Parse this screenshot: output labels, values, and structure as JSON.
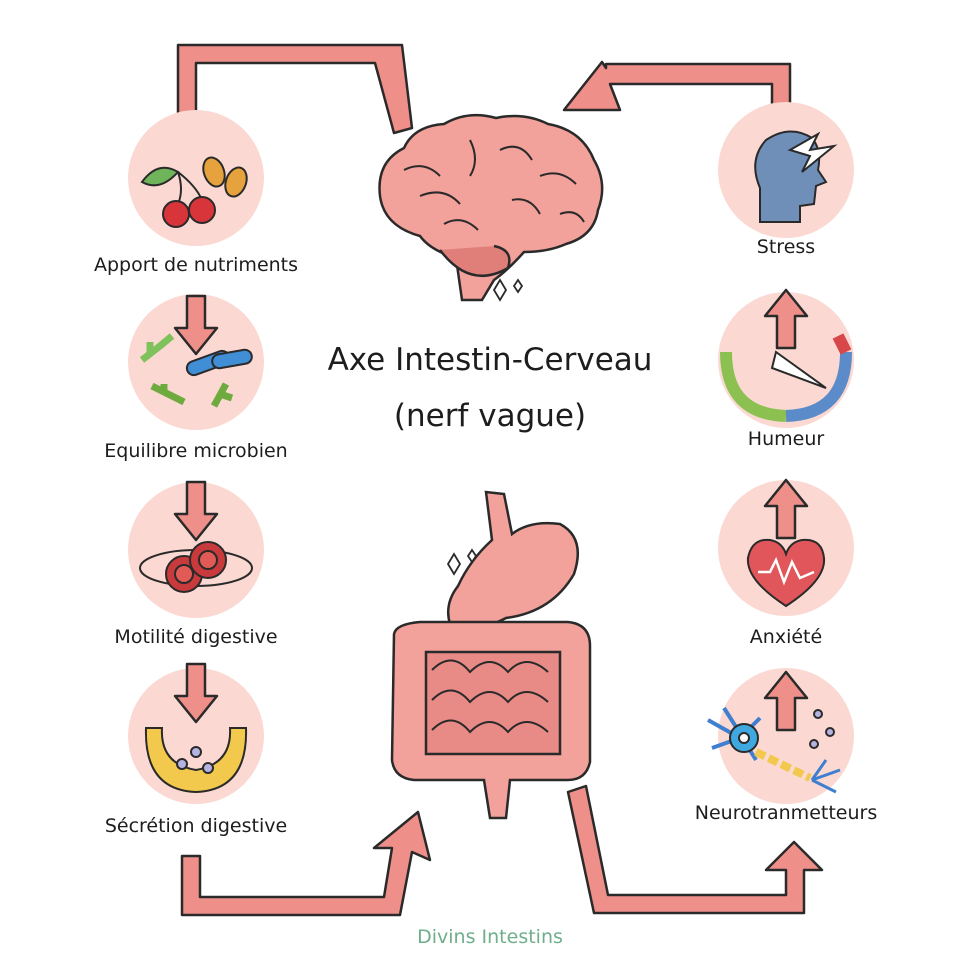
{
  "title": {
    "line1": "Axe Intestin-Cerveau",
    "line2": "(nerf vague)"
  },
  "left_column": [
    {
      "label": "Apport de nutriments",
      "icon": "cherries-almonds-icon"
    },
    {
      "label": "Equilibre microbien",
      "icon": "bacteria-icon"
    },
    {
      "label": "Motilité digestive",
      "icon": "motility-cells-icon"
    },
    {
      "label": "Sécrétion digestive",
      "icon": "secretion-icon"
    }
  ],
  "right_column": [
    {
      "label": "Stress",
      "icon": "head-lightning-icon"
    },
    {
      "label": "Humeur",
      "icon": "mood-gauge-icon"
    },
    {
      "label": "Anxiété",
      "icon": "heart-pulse-icon"
    },
    {
      "label": "Neurotranmetteurs",
      "icon": "neuron-icon"
    }
  ],
  "center": {
    "top_icon": "brain-icon",
    "bottom_icon": "digestive-system-icon"
  },
  "footer": "Divins Intestins",
  "colors": {
    "arrow_fill": "#ef8f8a",
    "arrow_stroke": "#2a2a2a",
    "circle_bg": "#fbd9d2",
    "organ_fill": "#f2a19b",
    "organ_dark": "#e07f7a",
    "footer_text": "#6fae8c"
  }
}
